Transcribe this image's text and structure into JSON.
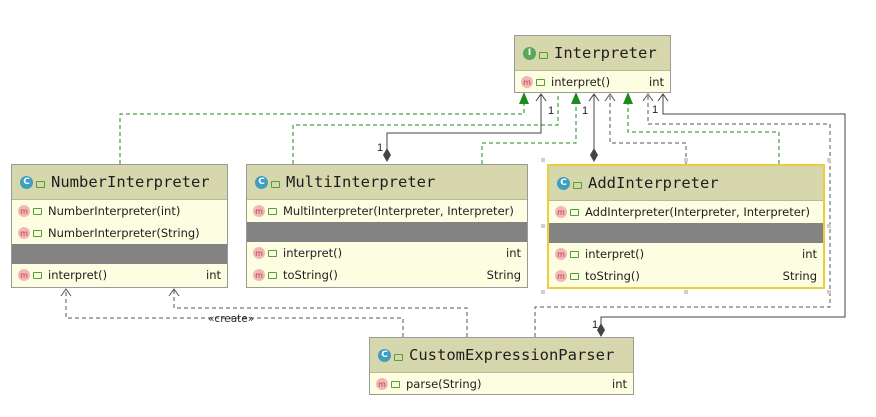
{
  "interpreter": {
    "title": "Interpreter",
    "kind_letter": "I",
    "methods": [
      {
        "icon": "m",
        "name": "interpret()",
        "type": "int"
      }
    ]
  },
  "number_interpreter": {
    "title": "NumberInterpreter",
    "kind_letter": "C",
    "constructors": [
      {
        "icon": "m",
        "name": "NumberInterpreter(int)"
      },
      {
        "icon": "m",
        "name": "NumberInterpreter(String)"
      }
    ],
    "methods": [
      {
        "icon": "m",
        "name": "interpret()",
        "type": "int"
      }
    ]
  },
  "multi_interpreter": {
    "title": "MultiInterpreter",
    "kind_letter": "C",
    "constructors": [
      {
        "icon": "m",
        "name": "MultiInterpreter(Interpreter, Interpreter)"
      }
    ],
    "methods": [
      {
        "icon": "m",
        "name": "interpret()",
        "type": "int"
      },
      {
        "icon": "m",
        "name": "toString()",
        "type": "String"
      }
    ]
  },
  "add_interpreter": {
    "title": "AddInterpreter",
    "kind_letter": "C",
    "constructors": [
      {
        "icon": "m",
        "name": "AddInterpreter(Interpreter, Interpreter)"
      }
    ],
    "methods": [
      {
        "icon": "m",
        "name": "interpret()",
        "type": "int"
      },
      {
        "icon": "m",
        "name": "toString()",
        "type": "String"
      }
    ]
  },
  "custom_parser": {
    "title": "CustomExpressionParser",
    "kind_letter": "C",
    "methods": [
      {
        "icon": "m",
        "name": "parse(String)",
        "type": "int"
      }
    ]
  },
  "edges": {
    "create_label": "«create»",
    "mult_multi": "1",
    "mult_add_top": "1",
    "mult_add_left": "1",
    "mult_parser_iface": "1",
    "mult_parser_add": "1"
  },
  "colors": {
    "header": "#d7d7ae",
    "body": "#fdfde1",
    "realization": "#1c8a1c",
    "association": "#444444",
    "selected_border": "#e9cf3c"
  }
}
